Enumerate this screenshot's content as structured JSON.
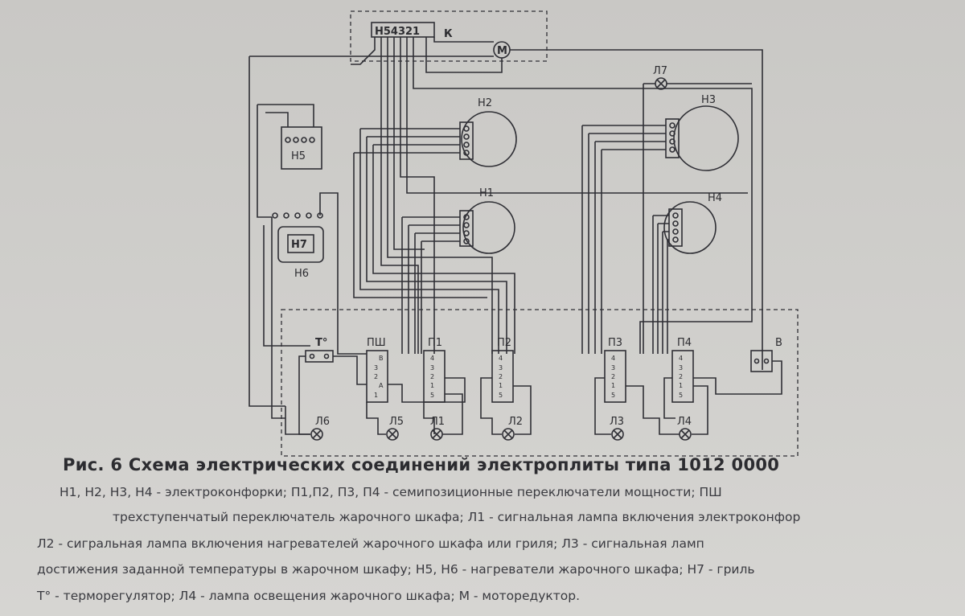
{
  "diagram": {
    "terminal_block": {
      "label": "К",
      "pins": "Н54321"
    },
    "motor": {
      "label": "М"
    },
    "lamp_top": {
      "label": "Л7"
    },
    "burners": {
      "n1": "Н1",
      "n2": "Н2",
      "n3": "Н3",
      "n4": "Н4"
    },
    "oven_heaters": {
      "n5": "Н5",
      "n6": "Н6",
      "n7": "Н7"
    },
    "thermostat": {
      "label": "Т°"
    },
    "switches": {
      "psh": "ПШ",
      "p1": "П1",
      "p2": "П2",
      "p3": "П3",
      "p4": "П4",
      "v": "В"
    },
    "switch_contacts": [
      "4",
      "3",
      "2",
      "1",
      "5"
    ],
    "switch_contacts_psh": [
      "В",
      "3",
      "2",
      "А",
      "1"
    ],
    "lamps": {
      "l1": "Л1",
      "l2": "Л2",
      "l3": "Л3",
      "l4": "Л4",
      "l5": "Л5",
      "l6": "Л6"
    }
  },
  "caption": {
    "title": "Рис. 6  Схема электрических соединений электроплиты типа 1012 0000",
    "lines": [
      "Н1, Н2, Н3, Н4 - электроконфорки; П1,П2, П3, П4 - семипозиционные переключатели мощности; ПШ",
      "трехступенчатый переключатель жарочного  шкафа; Л1 - сигнальная лампа включения электроконфор",
      "Л2 - сигральная лампа включения нагревателей жарочного шкафа или гриля; Л3 - сигнальная ламп",
      "достижения заданной температуры в жарочном шкафу; Н5, Н6 - нагреватели жарочного шкафа; Н7 - гриль",
      "Т° - терморегулятор; Л4 - лампа освещения жарочного шкафа; М - моторедуктор."
    ]
  }
}
